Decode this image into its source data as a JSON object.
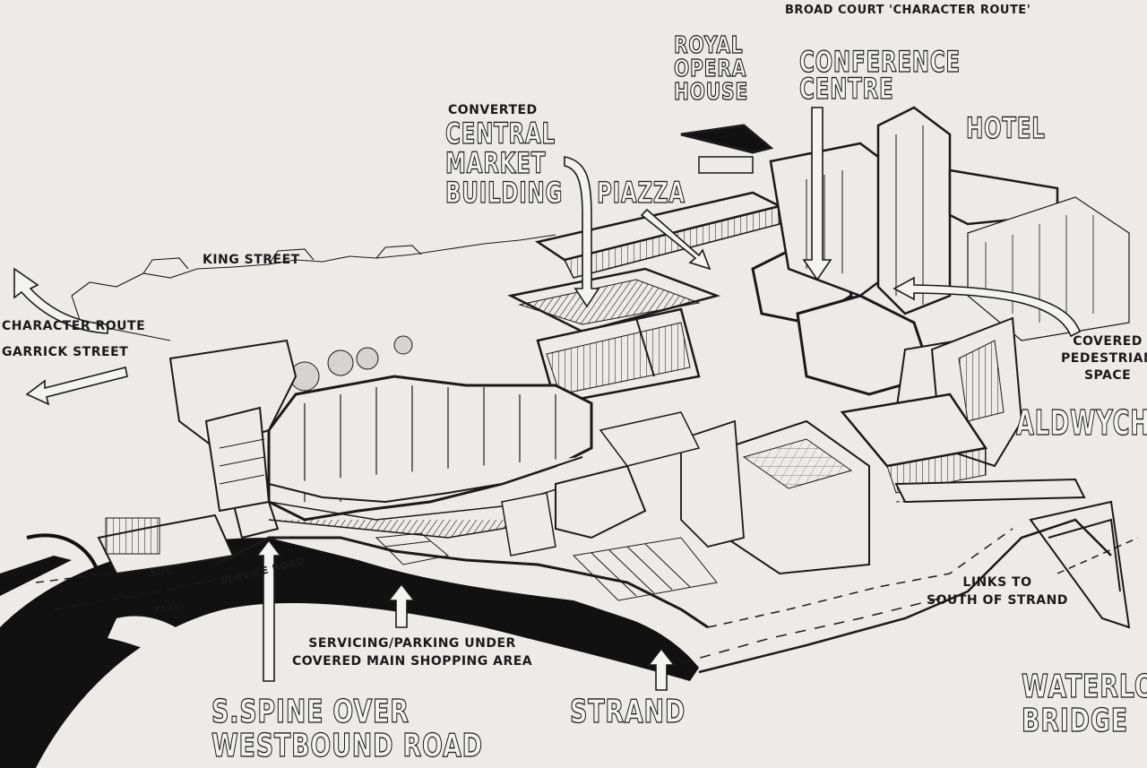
{
  "labels": {
    "broad_court": "BROAD COURT 'CHARACTER ROUTE'",
    "royal_opera_house": [
      "ROYAL",
      "OPERA",
      "HOUSE"
    ],
    "conference_centre": [
      "CONFERENCE",
      "CENTRE"
    ],
    "hotel": "HOTEL",
    "converted": "CONVERTED",
    "central_market_building": [
      "CENTRAL",
      "MARKET",
      "BUILDING"
    ],
    "piazza": "PIAZZA",
    "king_street": "KING STREET",
    "character_route": "CHARACTER ROUTE",
    "garrick_street": "GARRICK STREET",
    "covered_pedestrian_space": [
      "COVERED",
      "PEDESTRIAN",
      "SPACE"
    ],
    "aldwych": "ALDWYCH",
    "links_to_south": [
      "LINKS TO",
      "SOUTH OF STRAND"
    ],
    "servicing_parking": [
      "SERVICING/PARKING UNDER",
      "COVERED MAIN SHOPPING AREA"
    ],
    "strand": "STRAND",
    "s_spine": [
      "S.SPINE OVER",
      "WESTBOUND ROAD"
    ],
    "waterloo_bridge": [
      "WATERLOO",
      "BRIDGE"
    ],
    "bus": "BUS",
    "taxi": "TAXI",
    "service_road": "SERVICE ROAD"
  },
  "colors": {
    "paper": "#ecebe8",
    "ink": "#1a1a1a",
    "road": "#111111"
  }
}
